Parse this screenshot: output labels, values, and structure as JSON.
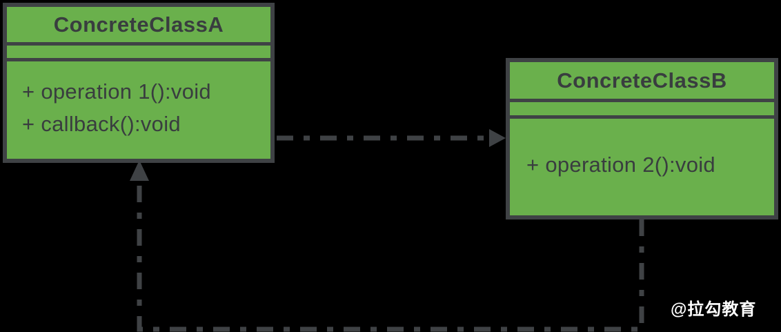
{
  "diagram": {
    "type": "uml-class-diagram",
    "background": "#000000",
    "colors": {
      "background": "#000000",
      "class_fill": "#6ab04c",
      "stroke": "#3f4245",
      "text": "#393d3f",
      "watermark": "#ffffff"
    },
    "classes": [
      {
        "name": "ConcreteClassA",
        "attributes": [],
        "methods": [
          "+ operation 1():void",
          "+ callback():void"
        ]
      },
      {
        "name": "ConcreteClassB",
        "attributes": [],
        "methods": [
          "+ operation 2():void"
        ]
      }
    ],
    "relations": [
      {
        "from": "ConcreteClassA",
        "to": "ConcreteClassB",
        "style": "dash-dot",
        "route": "straight-horizontal"
      },
      {
        "from": "ConcreteClassB",
        "to": "ConcreteClassA",
        "style": "dash-dot",
        "route": "down-left-up"
      }
    ],
    "watermark": "@拉勾教育"
  }
}
